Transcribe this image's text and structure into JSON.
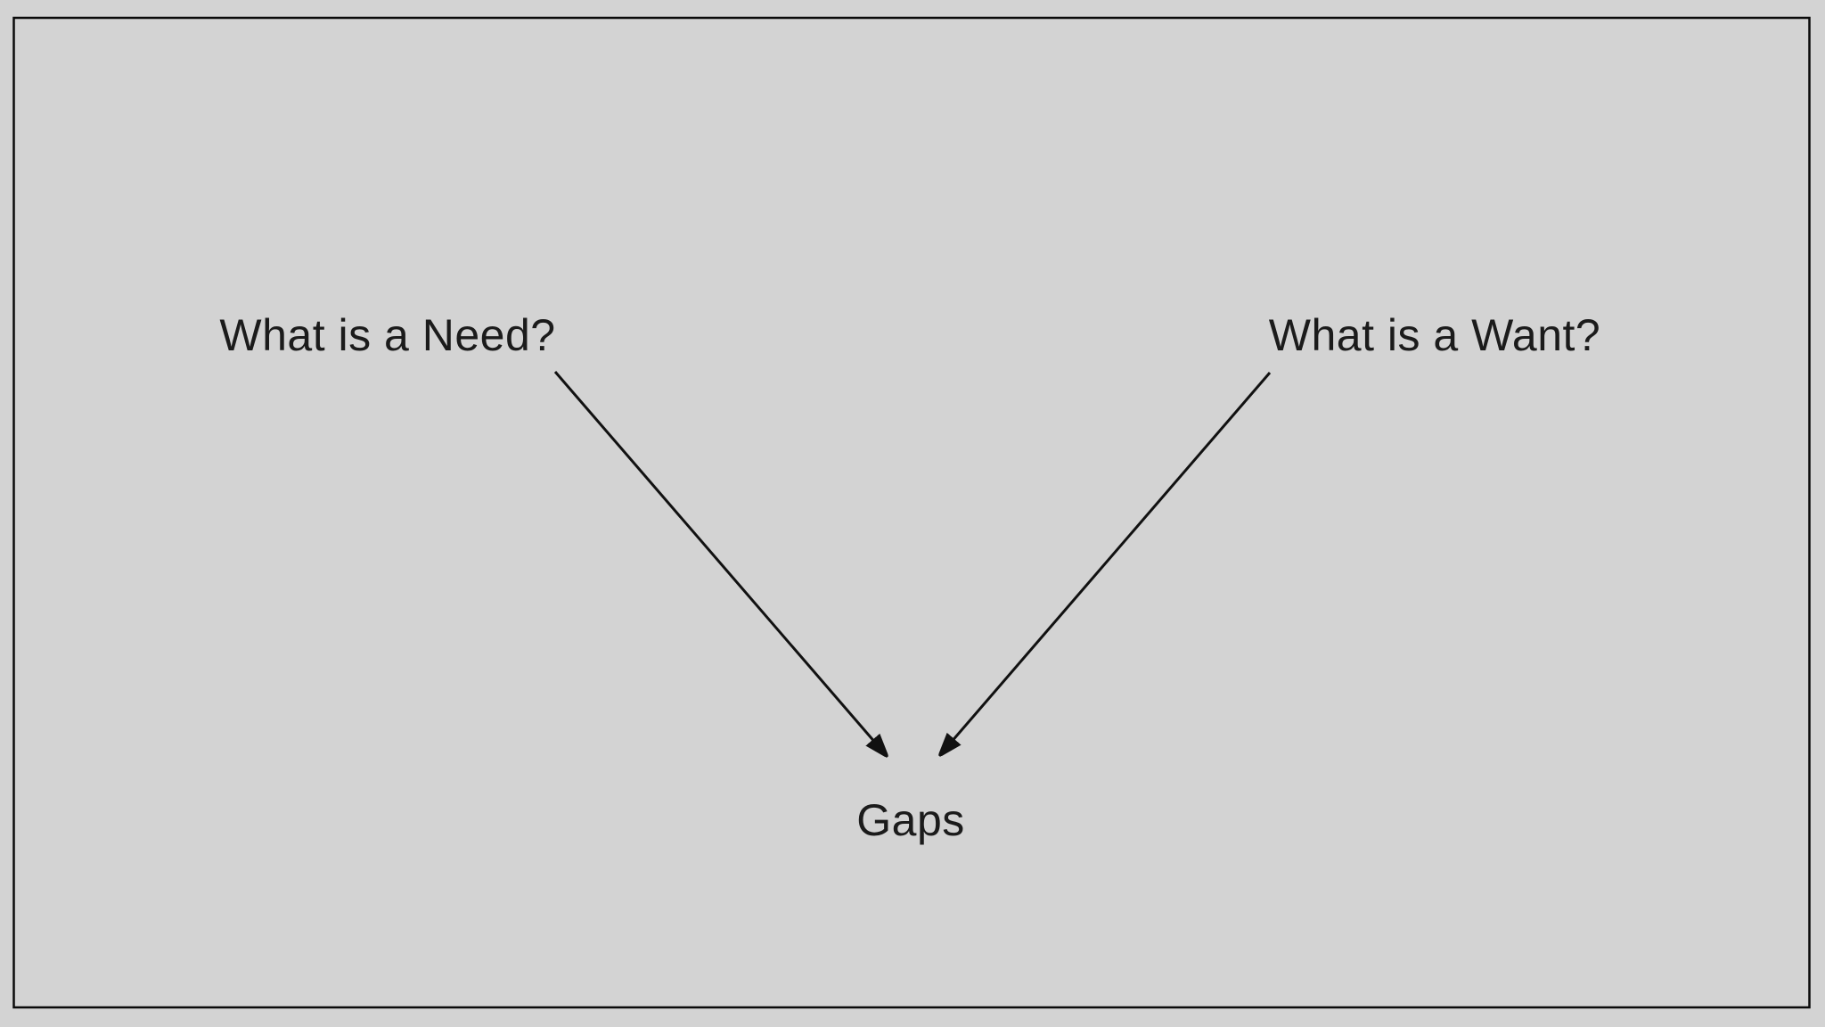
{
  "slide": {
    "background_color": "#d3d3d3",
    "border_color": "#0a0a0a",
    "connector_color": "#111111",
    "text_color": "#1b1b1b",
    "labels": {
      "need": "What is a Need?",
      "want": "What is a Want?",
      "gaps": "Gaps"
    },
    "connectors": [
      {
        "name": "need-to-gaps",
        "from": "What is a Need?",
        "to": "Gaps",
        "style": "straight-arrow"
      },
      {
        "name": "want-to-gaps",
        "from": "What is a Want?",
        "to": "Gaps",
        "style": "straight-arrow"
      }
    ]
  }
}
